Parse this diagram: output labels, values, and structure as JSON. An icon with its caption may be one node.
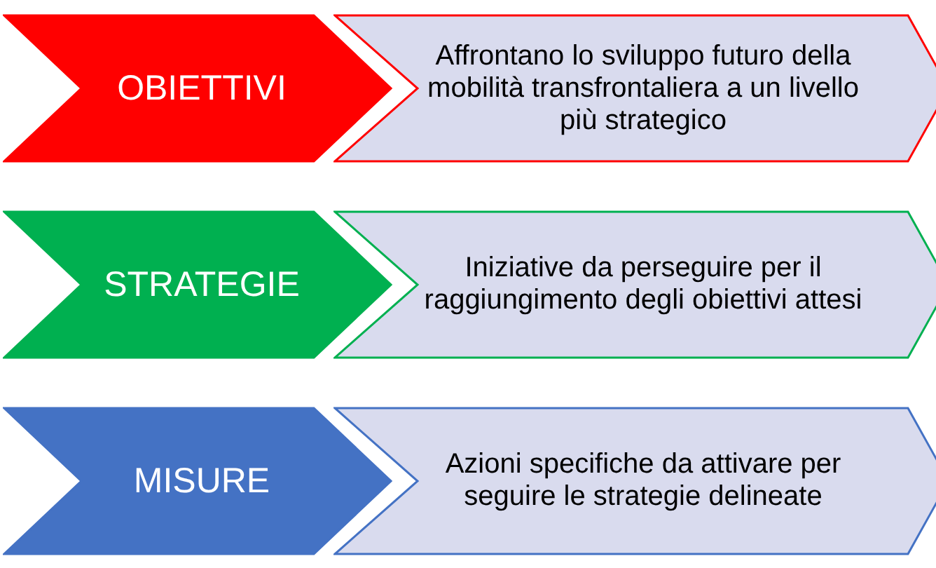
{
  "diagram": {
    "nodes": [
      {
        "text": [
          "OBIETTIVI"
        ]
      },
      {
        "text": [
          "Affrontano lo sviluppo futuro della mobilità transfrontaliera a un livello più strategico"
        ]
      },
      {
        "text": [
          "STRATEGIE"
        ]
      },
      {
        "text": [
          "Iniziative da perseguire per il raggiungimento degli obiettivi attesi"
        ]
      },
      {
        "text": [
          "MISURE"
        ]
      },
      {
        "text": [
          "Azioni specifiche da attivare per seguire le strategie delineate"
        ]
      }
    ]
  }
}
